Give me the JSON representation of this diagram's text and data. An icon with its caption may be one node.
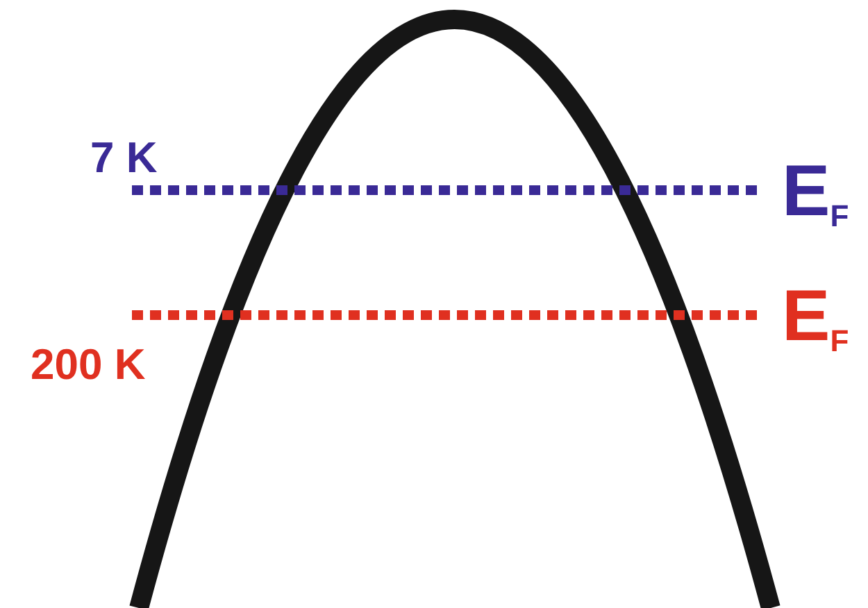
{
  "diagram": {
    "labels": [
      "7 K",
      "E$_{F}$",
      "E$_{F}$",
      "200 K"
    ]
  }
}
